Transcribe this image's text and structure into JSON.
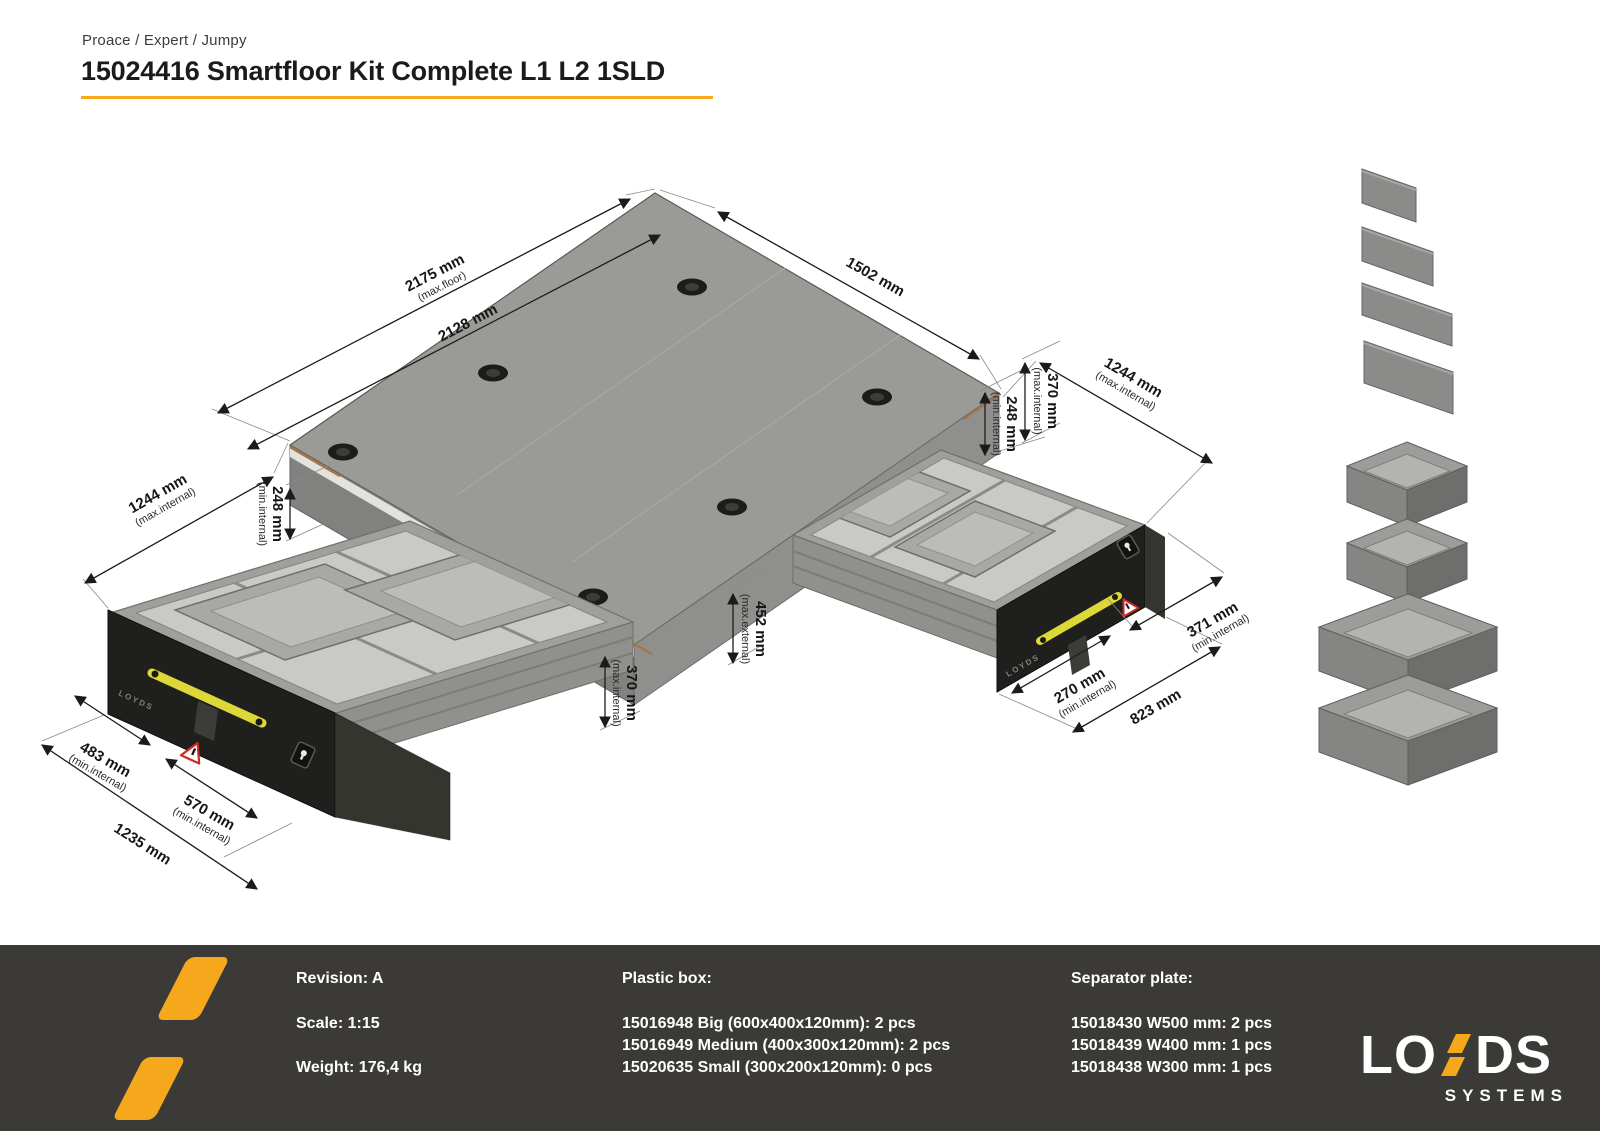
{
  "header": {
    "breadcrumb": "Proace / Expert / Jumpy",
    "title": "15024416 Smartfloor Kit Complete L1 L2 1SLD"
  },
  "colors": {
    "accent": "#F5A81C",
    "footer_bg": "#3B3A37",
    "line": "#1B1B19",
    "drawer_front": "#1F1F1D",
    "handle_yellow": "#DCD838",
    "floor_gray": "#9A9A96"
  },
  "dimensions": {
    "d2175": {
      "value": "2175 mm",
      "note": "(max.floor)"
    },
    "d2128": {
      "value": "2128 mm"
    },
    "d1502": {
      "value": "1502 mm"
    },
    "d370r": {
      "value": "370 mm",
      "note": "(max.internal)"
    },
    "d248r": {
      "value": "248 mm",
      "note": "(min.internal)"
    },
    "d1244r": {
      "value": "1244 mm",
      "note": "(max.internal)"
    },
    "d1244l": {
      "value": "1244 mm",
      "note": "(max.internal)"
    },
    "d248l": {
      "value": "248 mm",
      "note": "(min.internal)"
    },
    "d452": {
      "value": "452 mm",
      "note": "(max.external)"
    },
    "d370c": {
      "value": "370 mm",
      "note": "(max.internal)"
    },
    "d483": {
      "value": "483 mm",
      "note": "(min.internal)"
    },
    "d570": {
      "value": "570 mm",
      "note": "(min.internal)"
    },
    "d1235": {
      "value": "1235 mm"
    },
    "d270": {
      "value": "270 mm",
      "note": "(min.internal)"
    },
    "d371": {
      "value": "371 mm",
      "note": "(min.internal)"
    },
    "d823": {
      "value": "823 mm"
    }
  },
  "drawer_brand": "LOYDS",
  "side_illustrations": {
    "separator_plates": "4 separator plates",
    "medium_boxes": "2 medium plastic boxes",
    "big_boxes": "2 big plastic boxes"
  },
  "footer": {
    "revision": "Revision: A",
    "scale": "Scale: 1:15",
    "weight": "Weight: 176,4 kg",
    "plastic_box": {
      "heading": "Plastic box:",
      "items": [
        "15016948 Big (600x400x120mm): 2 pcs",
        "15016949 Medium (400x300x120mm): 2 pcs",
        "15020635 Small (300x200x120mm): 0 pcs"
      ]
    },
    "separator_plate": {
      "heading": "Separator plate:",
      "items": [
        "15018430 W500 mm: 2 pcs",
        "15018439 W400 mm: 1 pcs",
        "15018438 W300 mm: 1 pcs"
      ]
    },
    "logo": {
      "word_start": "LO",
      "word_accent": "Y",
      "word_end": "DS",
      "subtitle": "SYSTEMS"
    }
  }
}
